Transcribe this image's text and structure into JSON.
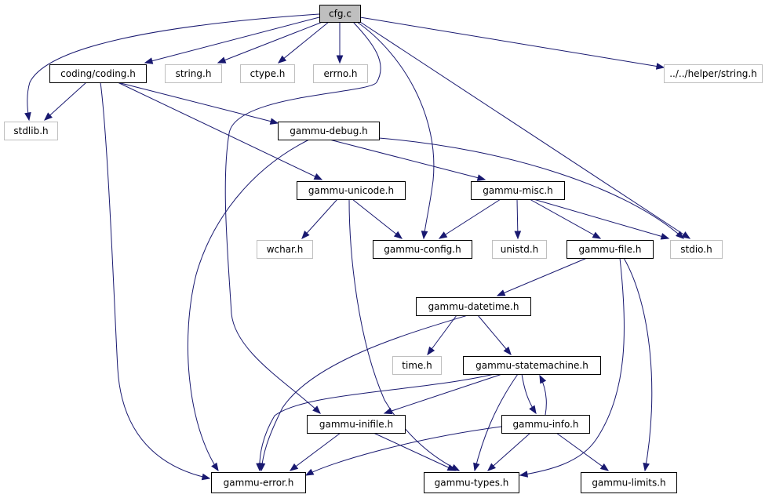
{
  "graph": {
    "nodes": [
      {
        "id": "cfg",
        "label": "cfg.c",
        "kind": "main"
      },
      {
        "id": "coding",
        "label": "coding/coding.h",
        "kind": "local"
      },
      {
        "id": "string",
        "label": "string.h",
        "kind": "system"
      },
      {
        "id": "ctype",
        "label": "ctype.h",
        "kind": "system"
      },
      {
        "id": "errno",
        "label": "errno.h",
        "kind": "system"
      },
      {
        "id": "helperstring",
        "label": "../../helper/string.h",
        "kind": "system"
      },
      {
        "id": "stdlib",
        "label": "stdlib.h",
        "kind": "system"
      },
      {
        "id": "debug",
        "label": "gammu-debug.h",
        "kind": "local"
      },
      {
        "id": "unicode",
        "label": "gammu-unicode.h",
        "kind": "local"
      },
      {
        "id": "misc",
        "label": "gammu-misc.h",
        "kind": "local"
      },
      {
        "id": "wchar",
        "label": "wchar.h",
        "kind": "system"
      },
      {
        "id": "config",
        "label": "gammu-config.h",
        "kind": "local"
      },
      {
        "id": "unistd",
        "label": "unistd.h",
        "kind": "system"
      },
      {
        "id": "file",
        "label": "gammu-file.h",
        "kind": "local"
      },
      {
        "id": "stdio",
        "label": "stdio.h",
        "kind": "system"
      },
      {
        "id": "datetime",
        "label": "gammu-datetime.h",
        "kind": "local"
      },
      {
        "id": "time",
        "label": "time.h",
        "kind": "system"
      },
      {
        "id": "statemachine",
        "label": "gammu-statemachine.h",
        "kind": "local"
      },
      {
        "id": "inifile",
        "label": "gammu-inifile.h",
        "kind": "local"
      },
      {
        "id": "info",
        "label": "gammu-info.h",
        "kind": "local"
      },
      {
        "id": "error",
        "label": "gammu-error.h",
        "kind": "local"
      },
      {
        "id": "types",
        "label": "gammu-types.h",
        "kind": "local"
      },
      {
        "id": "limits",
        "label": "gammu-limits.h",
        "kind": "local"
      }
    ],
    "edges": [
      {
        "from": "cfg",
        "to": "stdlib"
      },
      {
        "from": "cfg",
        "to": "coding"
      },
      {
        "from": "cfg",
        "to": "string"
      },
      {
        "from": "cfg",
        "to": "ctype"
      },
      {
        "from": "cfg",
        "to": "errno"
      },
      {
        "from": "cfg",
        "to": "helperstring"
      },
      {
        "from": "cfg",
        "to": "config"
      },
      {
        "from": "cfg",
        "to": "stdio"
      },
      {
        "from": "cfg",
        "to": "inifile"
      },
      {
        "from": "coding",
        "to": "stdlib"
      },
      {
        "from": "coding",
        "to": "debug"
      },
      {
        "from": "coding",
        "to": "unicode"
      },
      {
        "from": "coding",
        "to": "error"
      },
      {
        "from": "debug",
        "to": "misc"
      },
      {
        "from": "debug",
        "to": "stdio"
      },
      {
        "from": "debug",
        "to": "error"
      },
      {
        "from": "unicode",
        "to": "wchar"
      },
      {
        "from": "unicode",
        "to": "config"
      },
      {
        "from": "unicode",
        "to": "types"
      },
      {
        "from": "misc",
        "to": "config"
      },
      {
        "from": "misc",
        "to": "unistd"
      },
      {
        "from": "misc",
        "to": "file"
      },
      {
        "from": "misc",
        "to": "stdio"
      },
      {
        "from": "file",
        "to": "datetime"
      },
      {
        "from": "file",
        "to": "types"
      },
      {
        "from": "file",
        "to": "limits"
      },
      {
        "from": "datetime",
        "to": "time"
      },
      {
        "from": "datetime",
        "to": "statemachine"
      },
      {
        "from": "datetime",
        "to": "error"
      },
      {
        "from": "statemachine",
        "to": "inifile"
      },
      {
        "from": "statemachine",
        "to": "error"
      },
      {
        "from": "statemachine",
        "to": "types"
      },
      {
        "from": "statemachine",
        "to": "info"
      },
      {
        "from": "info",
        "to": "statemachine"
      },
      {
        "from": "info",
        "to": "error"
      },
      {
        "from": "info",
        "to": "types"
      },
      {
        "from": "info",
        "to": "limits"
      },
      {
        "from": "inifile",
        "to": "error"
      },
      {
        "from": "inifile",
        "to": "types"
      }
    ]
  },
  "colors": {
    "edge": "#191970",
    "main_fill": "#bfbfbf",
    "local_border": "#000000",
    "system_border": "#bfbfbf"
  }
}
